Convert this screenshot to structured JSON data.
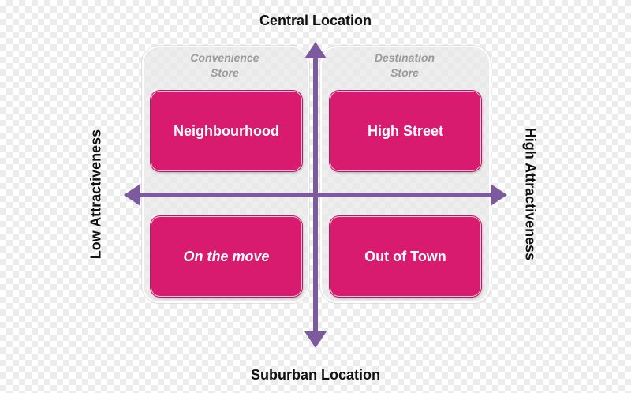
{
  "axes": {
    "top": "Central Location",
    "bottom": "Suburban Location",
    "left": "Low Attractiveness",
    "right": "High Attractiveness"
  },
  "store_types": {
    "left": "Convenience\nStore",
    "right": "Destination\nStore"
  },
  "quadrants": {
    "top_left": "Neighbourhood",
    "top_right": "High Street",
    "bottom_left": "On the move",
    "bottom_right": "Out of Town"
  },
  "colors": {
    "box": "#d81b6f",
    "axis": "#7b5a9e",
    "text": "#111111",
    "store_label": "#9a9a9a"
  }
}
